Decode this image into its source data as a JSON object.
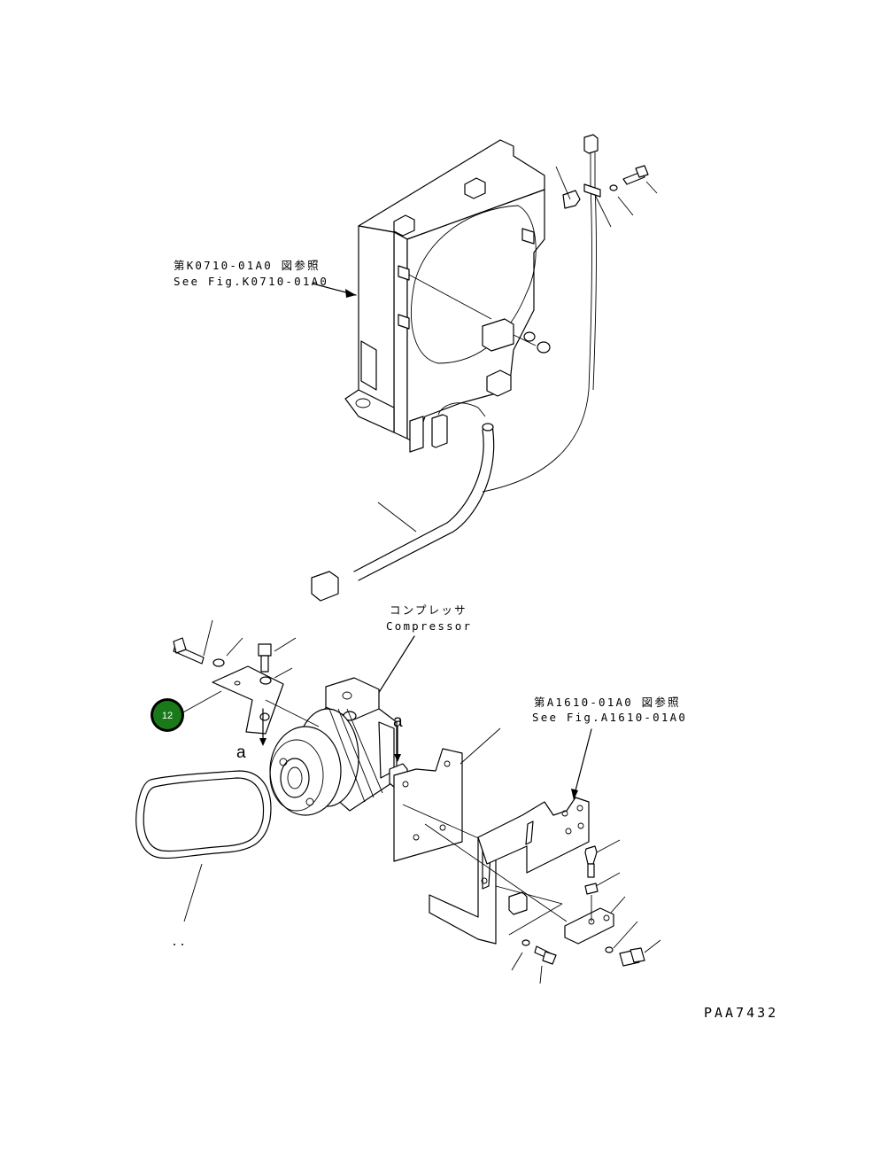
{
  "labels": {
    "radiator_ref_jp": "第K0710-01A0 図参照",
    "radiator_ref_en": "See Fig.K0710-01A0",
    "compressor_jp": "コンプレッサ",
    "compressor_en": "Compressor",
    "bracket_ref_jp": "第A1610-01A0 図参照",
    "bracket_ref_en": "See Fig.A1610-01A0",
    "view_a_left": "a",
    "view_a_right": "a",
    "drawing_code": "PAA7432"
  },
  "callouts": [
    {
      "number": "12",
      "color": "#1a7a1a"
    }
  ],
  "colors": {
    "line": "#000000",
    "background": "#ffffff",
    "callout_fill": "#1a7a1a",
    "callout_ring": "#000000"
  }
}
